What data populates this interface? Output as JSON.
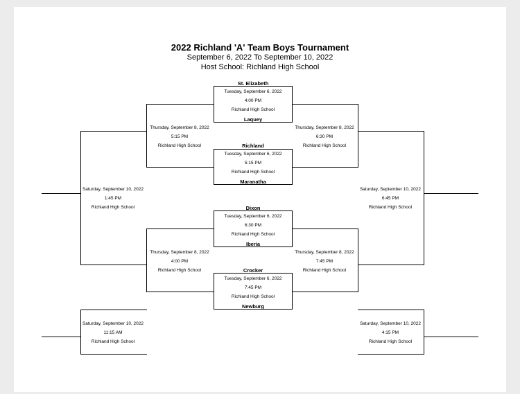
{
  "header": {
    "title": "2022 Richland 'A' Team Boys Tournament",
    "dates": "September 6, 2022 To September 10, 2022",
    "host": "Host School: Richland High School"
  },
  "first_round": [
    {
      "team_top": "St. Elizabeth",
      "date": "Tuesday, September 6, 2022",
      "time": "4:00 PM",
      "site": "Richland High School",
      "team_bottom": "Laquey"
    },
    {
      "team_top": "Richland",
      "date": "Tuesday, September 6, 2022",
      "time": "5:15 PM",
      "site": "Richland High School",
      "team_bottom": "Maranatha"
    },
    {
      "team_top": "Dixon",
      "date": "Tuesday, September 6, 2022",
      "time": "6:30 PM",
      "site": "Richland High School",
      "team_bottom": "Iberia"
    },
    {
      "team_top": "Crocker",
      "date": "Tuesday, September 6, 2022",
      "time": "7:45 PM",
      "site": "Richland High School",
      "team_bottom": "Newburg"
    }
  ],
  "semifinals": {
    "left_top": {
      "date": "Thursday, September 8, 2022",
      "time": "5:15 PM",
      "site": "Richland High School"
    },
    "right_top": {
      "date": "Thursday, September 8, 2022",
      "time": "6:30 PM",
      "site": "Richland High School"
    },
    "left_bottom": {
      "date": "Thursday, September 8, 2022",
      "time": "4:00 PM",
      "site": "Richland High School"
    },
    "right_bottom": {
      "date": "Thursday, September 8, 2022",
      "time": "7:45 PM",
      "site": "Richland High School"
    }
  },
  "finals": {
    "left_main": {
      "date": "Saturday, September 10, 2022",
      "time": "1:45 PM",
      "site": "Richland High School"
    },
    "right_main": {
      "date": "Saturday, September 10, 2022",
      "time": "6:45 PM",
      "site": "Richland High School"
    },
    "left_lower": {
      "date": "Saturday, September 10, 2022",
      "time": "11:15 AM",
      "site": "Richland High School"
    },
    "right_lower": {
      "date": "Saturday, September 10, 2022",
      "time": "4:15 PM",
      "site": "Richland High School"
    }
  }
}
